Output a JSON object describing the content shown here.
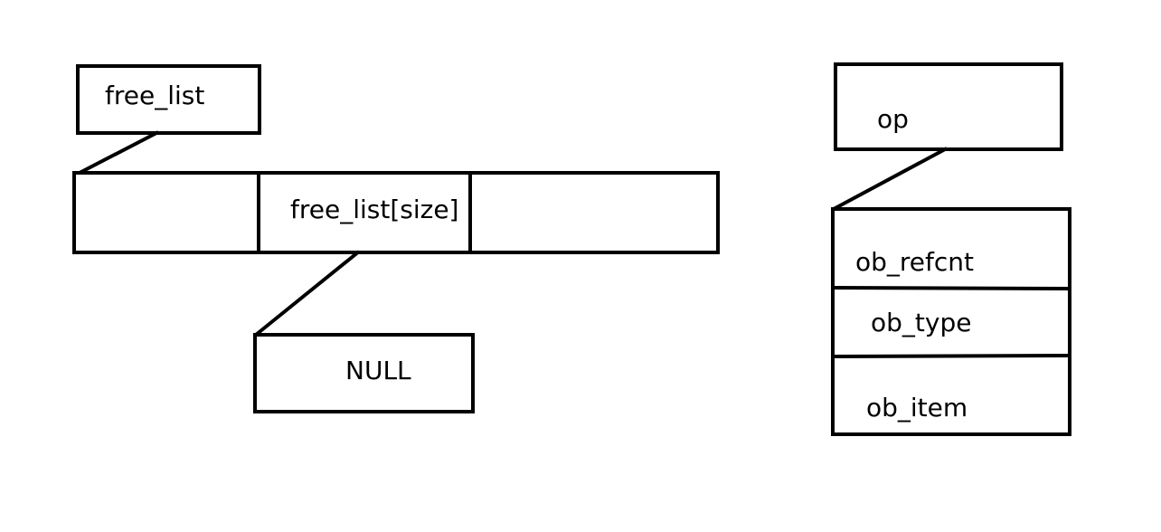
{
  "left_structure": {
    "pointer_label": "free_list",
    "array_cell_label": "free_list[size]",
    "null_label": "NULL"
  },
  "right_structure": {
    "pointer_label": "op",
    "fields": [
      "ob_refcnt",
      "ob_type",
      "ob_item"
    ]
  }
}
